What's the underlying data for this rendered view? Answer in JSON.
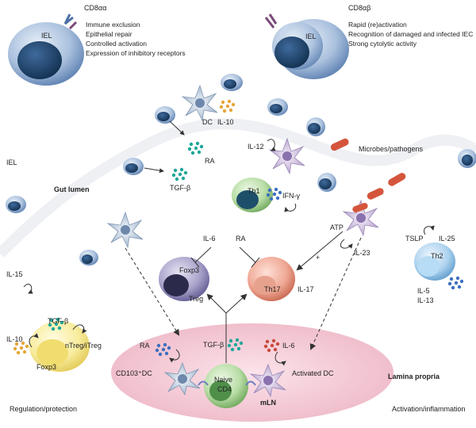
{
  "iel_left": {
    "receptor": "CD8αα",
    "cell": "IEL",
    "functions": [
      "Immune exclusion",
      "Epithelial repair",
      "Controlled activation",
      "Expression of inhibitory receptors"
    ]
  },
  "iel_right": {
    "receptor": "CD8αβ",
    "cell": "IEL",
    "functions": [
      "Rapid (re)activation",
      "Recognition of damaged and infected IEC",
      "Strong cytolytic activity"
    ]
  },
  "gut": {
    "lumen": "Gut lumen",
    "iel": "IEL",
    "il15": "IL-15",
    "dc": "DC",
    "il10": "IL-10",
    "ra": "RA",
    "tgfb": "TGF-β",
    "il12": "IL-12",
    "microbes": "Microbes/pathogens",
    "th1": "Th1",
    "ifng": "IFN-γ",
    "atp": "ATP",
    "il23": "IL-23",
    "plus": "+",
    "tslp": "TSLP",
    "il25": "IL-25",
    "th2": "Th2",
    "il5": "IL-5",
    "il13": "IL-13"
  },
  "center": {
    "il6": "IL-6",
    "ra": "RA",
    "foxp3": "Foxp3",
    "treg": "Treg",
    "th17": "Th17",
    "il17": "IL-17"
  },
  "mln": {
    "label": "mLN",
    "ra": "RA",
    "tgfb": "TGF-β",
    "il6": "IL-6",
    "cd103dc": "CD103⁺DC",
    "naive": "Naive",
    "cd4": "CD4",
    "activated_dc": "Activated DC"
  },
  "treg_cell": {
    "tgfb": "TGF-β",
    "il10": "IL-10",
    "label": "nTreg/iTreg",
    "foxp3": "Foxp3"
  },
  "regions": {
    "lamina_propria": "Lamina propria",
    "regulation": "Regulation/protection",
    "activation": "Activation/inflammation"
  },
  "colors": {
    "iel_blue": "#5b7fb0",
    "mln_pink": "#f3c6d1",
    "treg_purple": "#7d76a8",
    "th17_salmon": "#e79a86",
    "th1_green": "#9fcf8c",
    "th2_blue": "#9fc8ea",
    "treg_yellow": "#f6e58a",
    "teal_dots": "#1ea79a",
    "blue_dots": "#3d6fc0",
    "orange_dots": "#e6a63a",
    "red_dots": "#c84a3a",
    "bacteria": "#d4553c"
  }
}
